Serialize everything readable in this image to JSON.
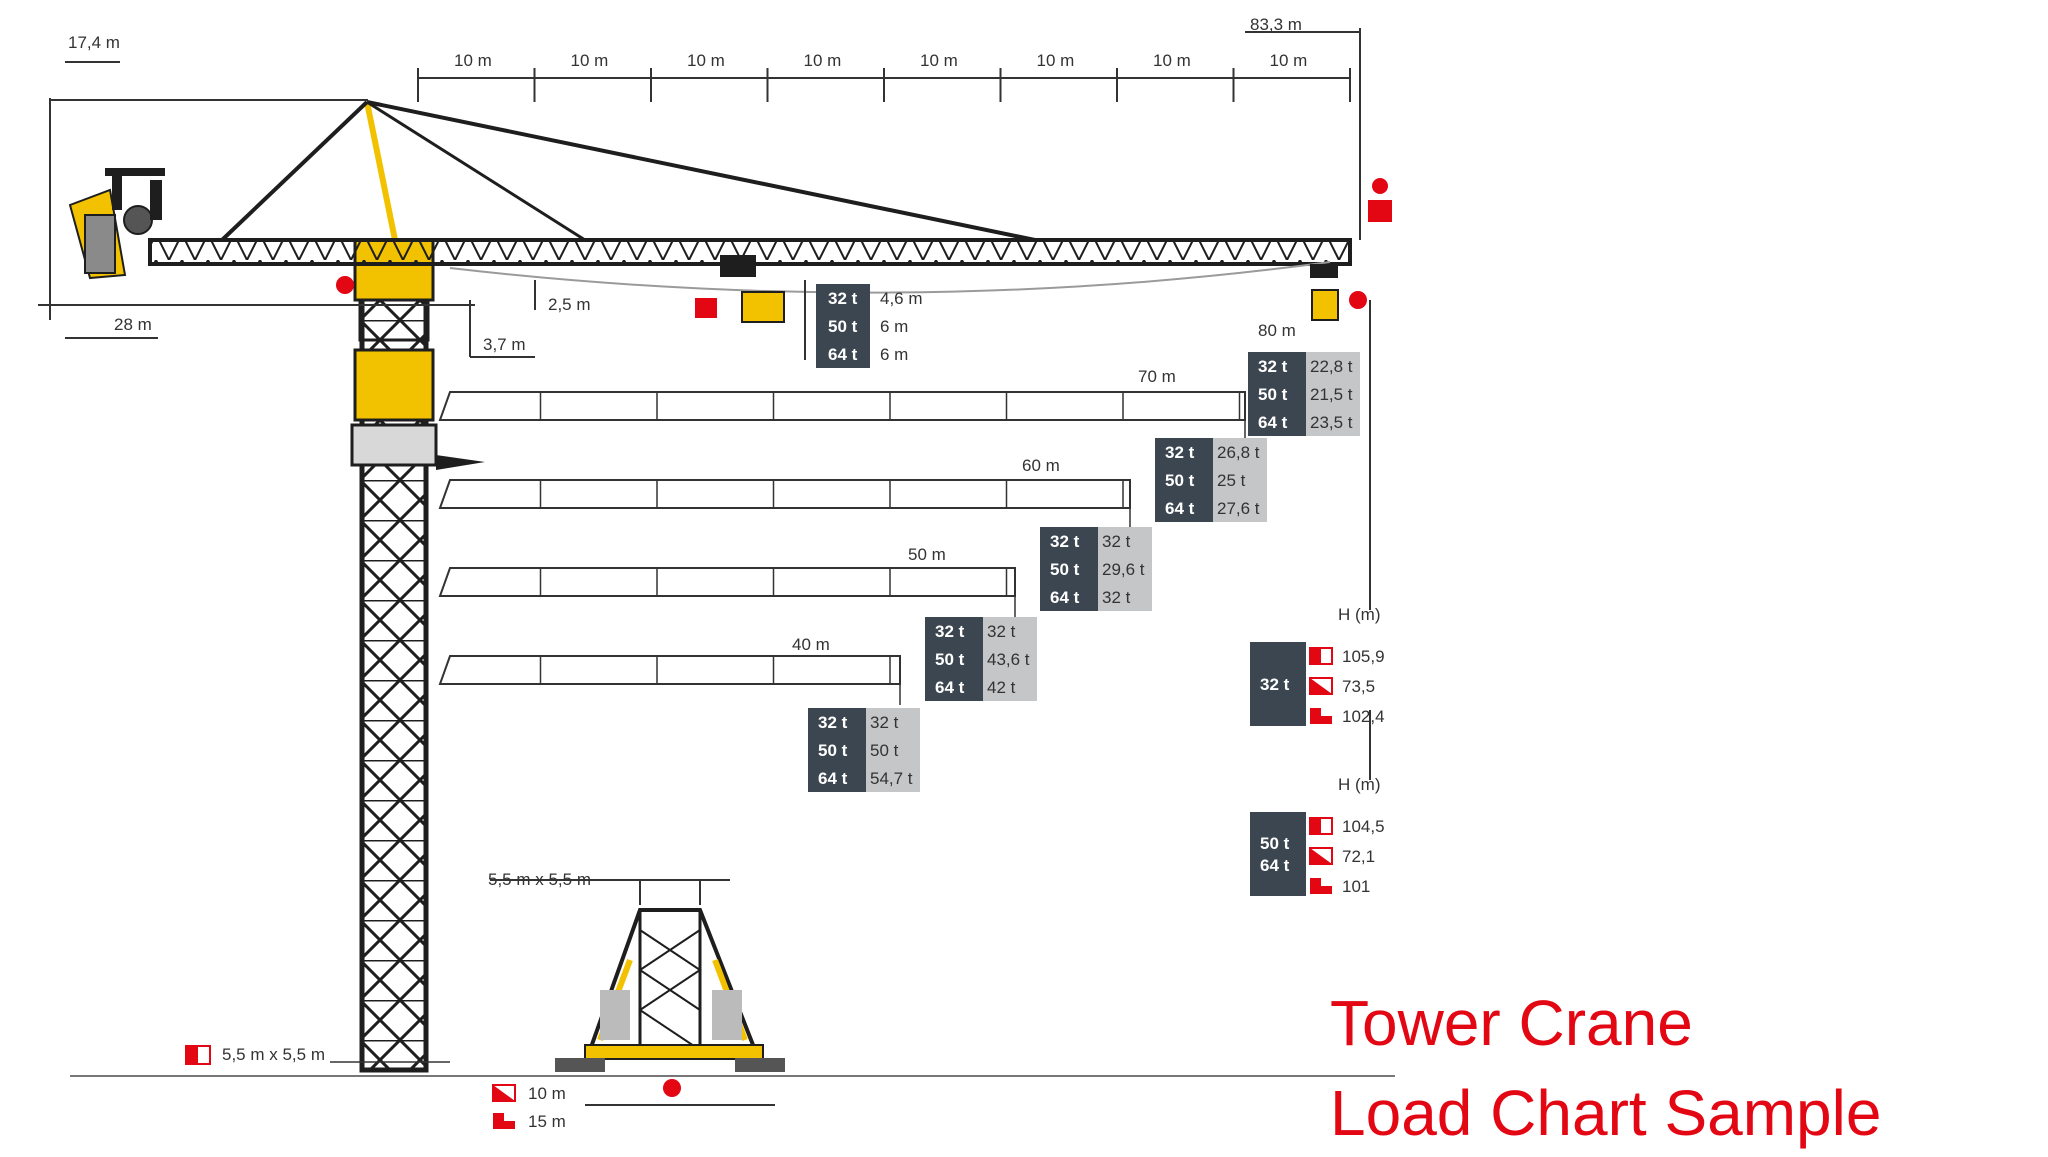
{
  "title": {
    "line1": "Tower Crane",
    "line2": "Load Chart Sample"
  },
  "colors": {
    "crane_yellow": "#f2c200",
    "truss": "#1e1e1e",
    "dark_cell": "#3c4650",
    "light_cell": "#c4c6c8",
    "accent_red": "#e30613"
  },
  "dimensions": {
    "top_height": "17,4 m",
    "total_length": "83,3 m",
    "segment": "10 m",
    "counter_jib": "28 m",
    "trolley_offset": "2,5 m",
    "tower_offset": "3,7 m",
    "tower_section": "5,5 m x 5,5 m",
    "base_section": "5,5 m x 5,5 m",
    "base_10": "10 m",
    "base_15": "15 m"
  },
  "min_radius_table": {
    "rows": [
      {
        "capacity": "32 t",
        "radius": "4,6 m"
      },
      {
        "capacity": "50 t",
        "radius": "6 m"
      },
      {
        "capacity": "64 t",
        "radius": "6 m"
      }
    ]
  },
  "jib_variants": [
    {
      "label": "80 m",
      "rows": [
        [
          "32 t",
          "22,8 t"
        ],
        [
          "50 t",
          "21,5 t"
        ],
        [
          "64 t",
          "23,5 t"
        ]
      ]
    },
    {
      "label": "70 m",
      "rows": [
        [
          "32 t",
          "26,8 t"
        ],
        [
          "50 t",
          "25 t"
        ],
        [
          "64 t",
          "27,6 t"
        ]
      ]
    },
    {
      "label": "60 m",
      "rows": [
        [
          "32 t",
          "32 t"
        ],
        [
          "50 t",
          "29,6 t"
        ],
        [
          "64 t",
          "32 t"
        ]
      ]
    },
    {
      "label": "50 m",
      "rows": [
        [
          "32 t",
          "32 t"
        ],
        [
          "50 t",
          "43,6 t"
        ],
        [
          "64 t",
          "42 t"
        ]
      ]
    },
    {
      "label": "40 m",
      "rows": [
        [
          "32 t",
          "32 t"
        ],
        [
          "50 t",
          "50 t"
        ],
        [
          "64 t",
          "54,7 t"
        ]
      ]
    }
  ],
  "height_tables": [
    {
      "header": "H (m)",
      "capacity": "32 t",
      "values": [
        "105,9",
        "73,5",
        "102,4"
      ]
    },
    {
      "header": "H (m)",
      "capacity": "50 t\n64 t",
      "capacity_lines": [
        "50 t",
        "64 t"
      ],
      "values": [
        "104,5",
        "72,1",
        "101"
      ]
    }
  ]
}
